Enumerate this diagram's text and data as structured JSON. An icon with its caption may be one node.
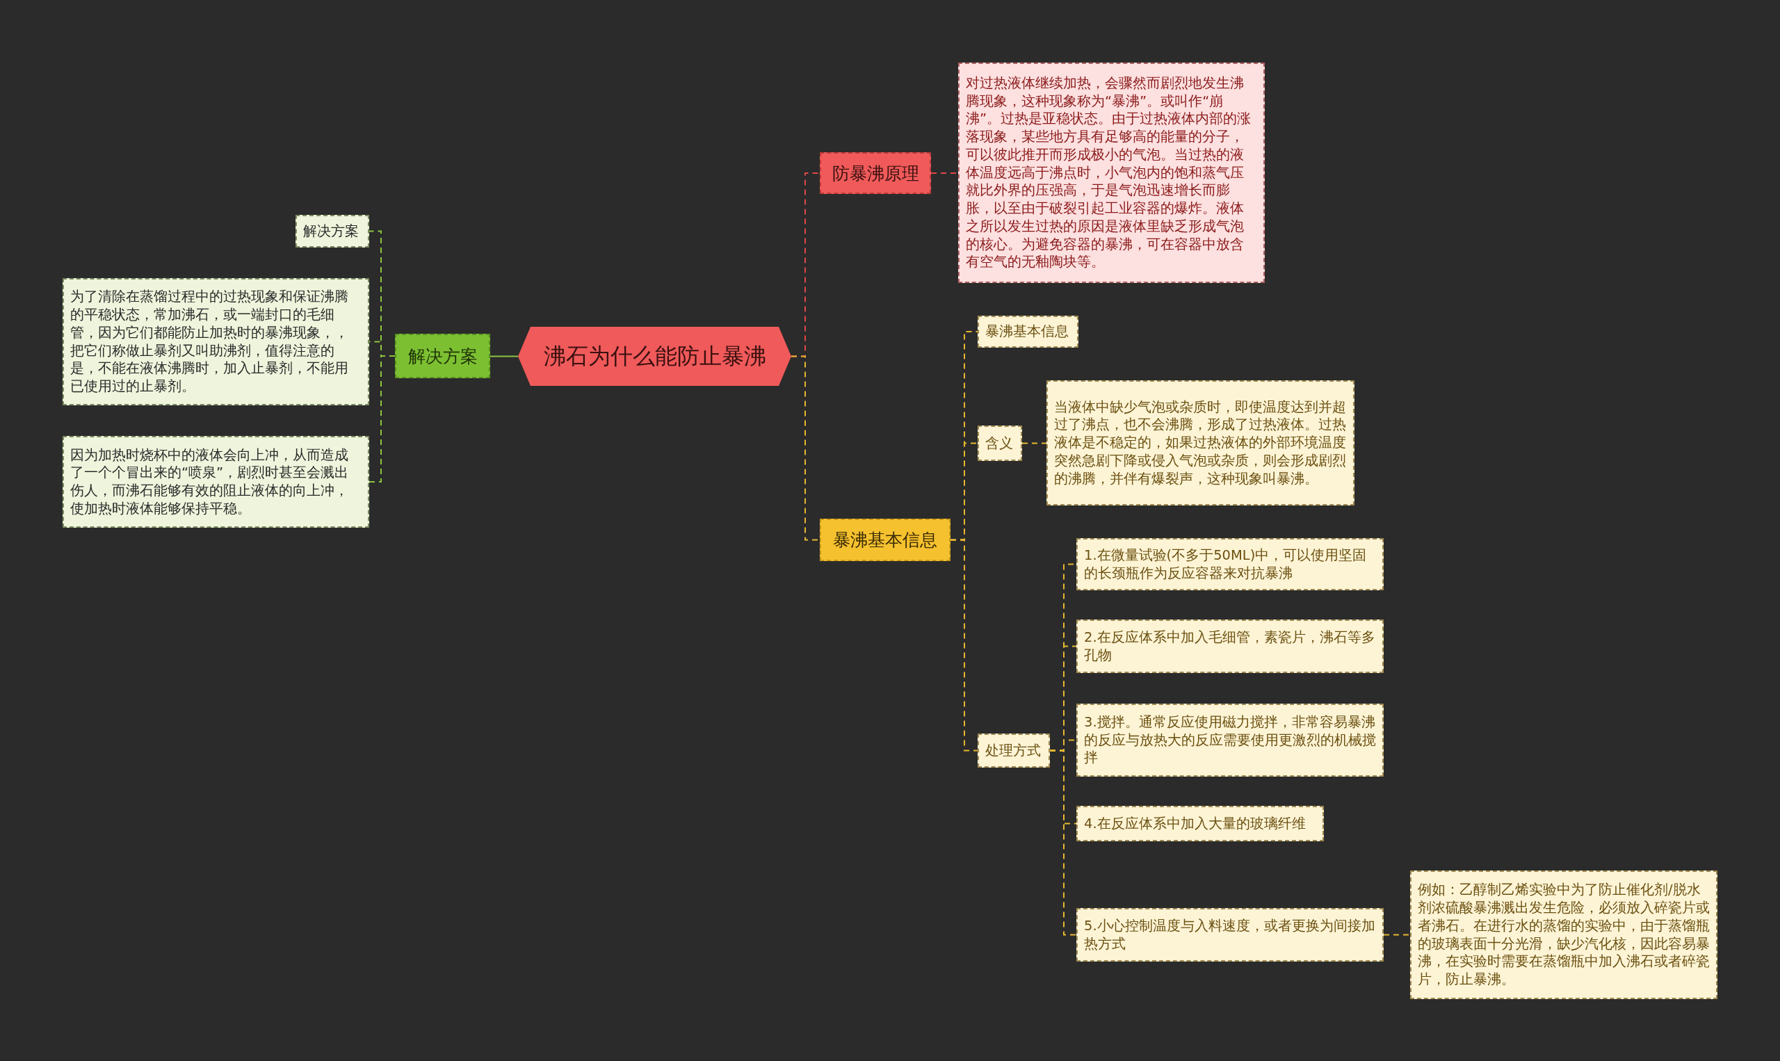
{
  "diagram": {
    "nodes": [
      {
        "text": [
          "沸石为什么能防止暴沸"
        ]
      },
      {
        "text": [
          "防暴沸原理"
        ]
      },
      {
        "text": [
          "对过热液体继续加热，会骤然而剧烈地发生沸腾现象，这种现象称为“暴沸”。或叫作“崩沸”。过热是亚稳状态。由于过热液体内部的涨落现象，某些地方具有足够高的能量的分子，可以彼此推开而形成极小的气泡。当过热的液体温度远高于沸点时，小气泡内的饱和蒸气压就比外界的压强高，于是气泡迅速增长而膨胀，以至由于破裂引起工业容器的爆炸。液体之所以发生过热的原因是液体里缺乏形成气泡的核心。为避免容器的暴沸，可在容器中放含有空气的无釉陶块等。"
        ]
      },
      {
        "text": [
          "暴沸基本信息"
        ]
      },
      {
        "text": [
          "暴沸基本信息"
        ]
      },
      {
        "text": [
          "含义"
        ]
      },
      {
        "text": [
          "当液体中缺少气泡或杂质时，即使温度达到并超过了沸点，也不会沸腾，形成了过热液体。过热液体是不稳定的，如果过热液体的外部环境温度突然急剧下降或侵入气泡或杂质，则会形成剧烈的沸腾，并伴有爆裂声，这种现象叫暴沸。"
        ]
      },
      {
        "text": [
          "处理方式"
        ]
      },
      {
        "text": [
          "1.在微量试验(不多于50ML)中，可以使用坚固的长颈瓶作为反应容器来对抗暴沸"
        ]
      },
      {
        "text": [
          "2.在反应体系中加入毛细管，素瓷片，沸石等多孔物"
        ]
      },
      {
        "text": [
          "3.搅拌。通常反应使用磁力搅拌，非常容易暴沸的反应与放热大的反应需要使用更激烈的机械搅拌"
        ]
      },
      {
        "text": [
          "4.在反应体系中加入大量的玻璃纤维"
        ]
      },
      {
        "text": [
          "5.小心控制温度与入料速度，或者更换为间接加热方式"
        ]
      },
      {
        "text": [
          "例如：乙醇制乙烯实验中为了防止催化剂/脱水剂浓硫酸暴沸溅出发生危险，必须放入碎瓷片或者沸石。在进行水的蒸馏的实验中，由于蒸馏瓶的玻璃表面十分光滑，缺少汽化核，因此容易暴沸，在实验时需要在蒸馏瓶中加入沸石或者碎瓷片，防止暴沸。"
        ]
      },
      {
        "text": [
          "解决方案"
        ]
      },
      {
        "text": [
          "解决方案"
        ]
      },
      {
        "text": [
          "为了清除在蒸馏过程中的过热现象和保证沸腾的平稳状态，常加沸石，或一端封口的毛细管，因为它们都能防止加热时的暴沸现象，，把它们称做止暴剂又叫助沸剂，值得注意的是，不能在液体沸腾时，加入止暴剂，不能用已使用过的止暴剂。"
        ]
      },
      {
        "text": [
          "因为加热时烧杯中的液体会向上冲，从而造成了一个个冒出来的“喷泉”，剧烈时甚至会溅出伤人，而沸石能够有效的阻止液体的向上冲，使加热时液体能够保持平稳。"
        ]
      }
    ],
    "edges": [
      {
        "from": 0,
        "to": 1,
        "arrow": "none",
        "style": "dashed",
        "color": "#e04848"
      },
      {
        "from": 0,
        "to": 3,
        "arrow": "none",
        "style": "dashed",
        "color": "#e8b830"
      },
      {
        "from": 0,
        "to": 14,
        "arrow": "none",
        "color": "#8cc63f"
      },
      {
        "from": 1,
        "to": 2,
        "arrow": "none",
        "style": "dashed",
        "color": "#e04848"
      },
      {
        "from": 3,
        "to": 4,
        "arrow": "none",
        "style": "dashed",
        "color": "#e8b830"
      },
      {
        "from": 3,
        "to": 5,
        "arrow": "none",
        "style": "dashed",
        "color": "#e8b830"
      },
      {
        "from": 3,
        "to": 7,
        "arrow": "none",
        "style": "dashed",
        "color": "#e8b830"
      },
      {
        "from": 5,
        "to": 6,
        "arrow": "none",
        "style": "dashed",
        "color": "#e8b830"
      },
      {
        "from": 7,
        "to": 8,
        "arrow": "none",
        "style": "dashed",
        "color": "#e8b830"
      },
      {
        "from": 7,
        "to": 9,
        "arrow": "none",
        "style": "dashed",
        "color": "#e8b830"
      },
      {
        "from": 7,
        "to": 10,
        "arrow": "none",
        "style": "dashed",
        "color": "#e8b830"
      },
      {
        "from": 7,
        "to": 11,
        "arrow": "none",
        "style": "dashed",
        "color": "#e8b830"
      },
      {
        "from": 7,
        "to": 12,
        "arrow": "none",
        "style": "dashed",
        "color": "#e8b830"
      },
      {
        "from": 12,
        "to": 13,
        "arrow": "none",
        "style": "dashed",
        "color": "#e8b830"
      },
      {
        "from": 14,
        "to": 15,
        "arrow": "none",
        "style": "dashed",
        "color": "#8cc63f"
      },
      {
        "from": 14,
        "to": 16,
        "arrow": "none",
        "style": "dashed",
        "color": "#8cc63f"
      },
      {
        "from": 14,
        "to": 17,
        "arrow": "none",
        "style": "dashed",
        "color": "#8cc63f"
      }
    ]
  }
}
